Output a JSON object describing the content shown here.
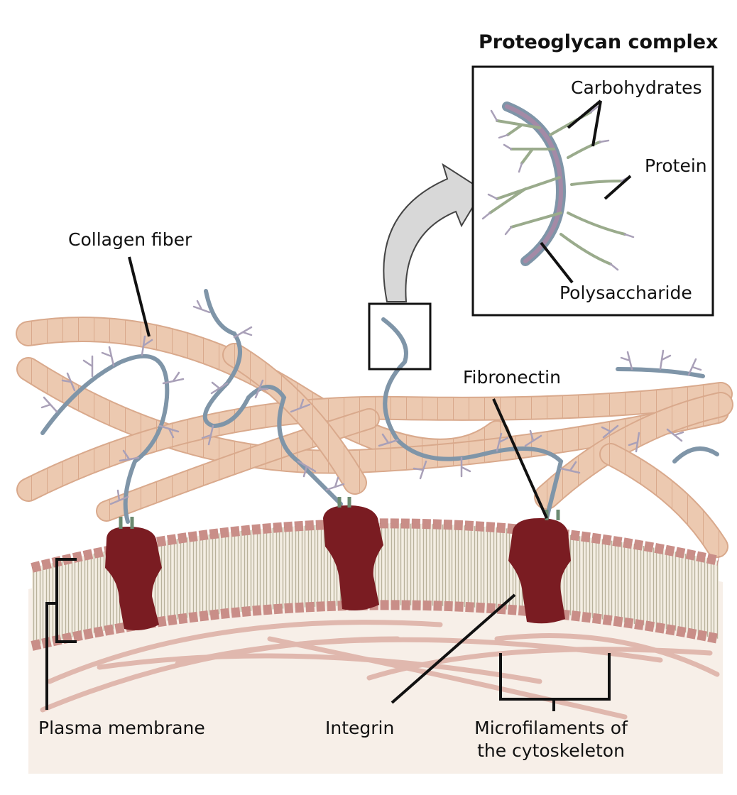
{
  "inset": {
    "title": "Proteoglycan complex",
    "labels": {
      "carbohydrates": "Carbohydrates",
      "protein": "Protein",
      "polysaccharide": "Polysaccharide"
    }
  },
  "labels": {
    "collagen_fiber": "Collagen fiber",
    "fibronectin": "Fibronectin",
    "plasma_membrane": "Plasma membrane",
    "integrin": "Integrin",
    "microfilaments_line1": "Microfilaments of",
    "microfilaments_line2": "the cytoskeleton"
  },
  "colors": {
    "collagen": "#ecc9b0",
    "collagen_edge": "#d9a98c",
    "polysaccharide": "#7f95a8",
    "carbohydrate": "#a9a0b8",
    "protein_branch": "#9aab8c",
    "membrane_head": "#c98e88",
    "integrin": "#7a1c22",
    "microfilament": "#e0b8ae",
    "cytoplasm": "#f7efe8",
    "arrow_fill": "#d8d8d8"
  }
}
